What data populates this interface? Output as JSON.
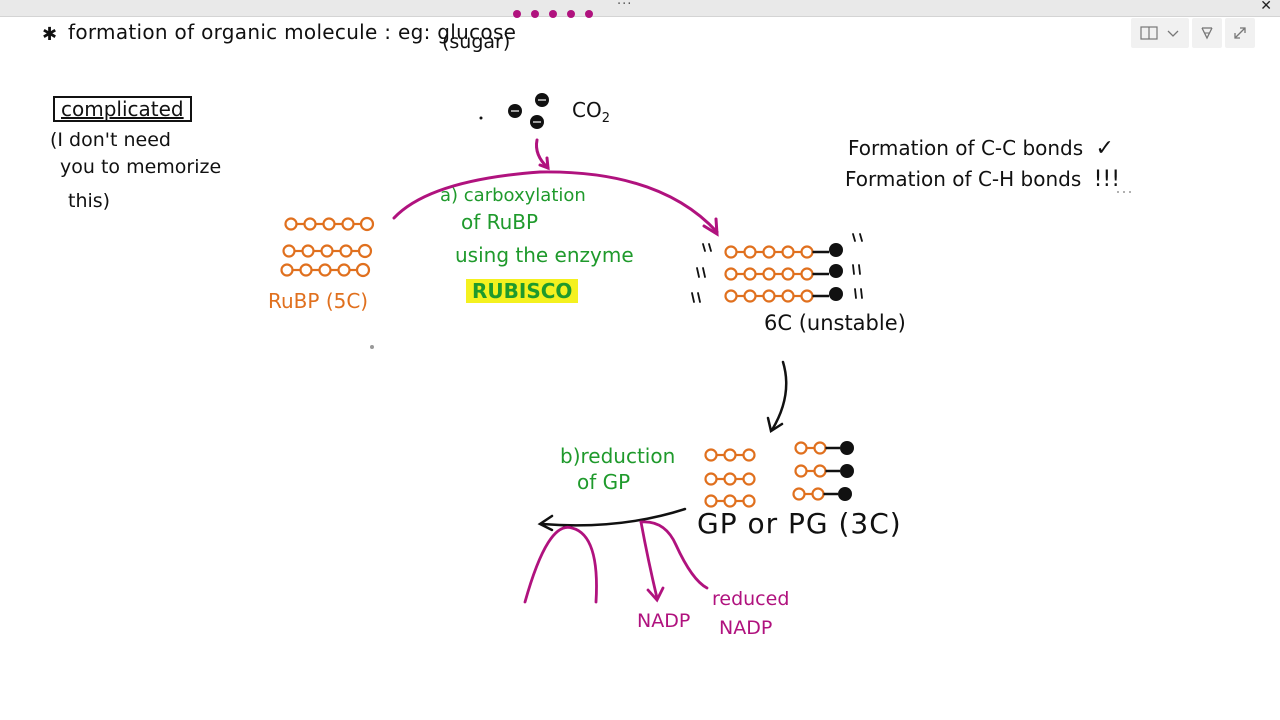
{
  "window": {
    "overflow_dots": "···",
    "close_glyph": "✕"
  },
  "toolbar": {
    "panel_icon": "book-panel-icon",
    "chevron_icon": "chevron-down-icon",
    "ink_icon": "highlighter-icon",
    "expand_icon": "expand-icon"
  },
  "notes": {
    "top_line": "formation of organic molecule : eg: glucose",
    "sugar": "(sugar)",
    "complicated": "complicated",
    "aside_1": "(I don't need",
    "aside_2": "you to memorize",
    "aside_3": "this)",
    "co2": "CO",
    "co2_sub": "2",
    "step_a_1": "a) carboxylation",
    "step_a_2": "of RuBP",
    "step_a_3": "using the enzyme",
    "rubisco": "RUBISCO",
    "rubp": "RuBP (5C)",
    "six_c": "6C (unstable)",
    "bonds_1": "Formation of C-C bonds",
    "bonds_1_mark": "✓",
    "bonds_2": "Formation of C-H bonds",
    "bonds_2_mark": "!!!",
    "step_b_1": "b)reduction",
    "step_b_2": "of GP",
    "gp": "GP or PG (3C)",
    "nadp": "NADP",
    "reduced_1": "reduced",
    "reduced_2": "NADP"
  },
  "colors": {
    "ink_black": "#111111",
    "ink_green": "#1f9a2c",
    "ink_orange": "#e0701e",
    "ink_magenta": "#b0127e",
    "highlight": "#f4f11f"
  }
}
